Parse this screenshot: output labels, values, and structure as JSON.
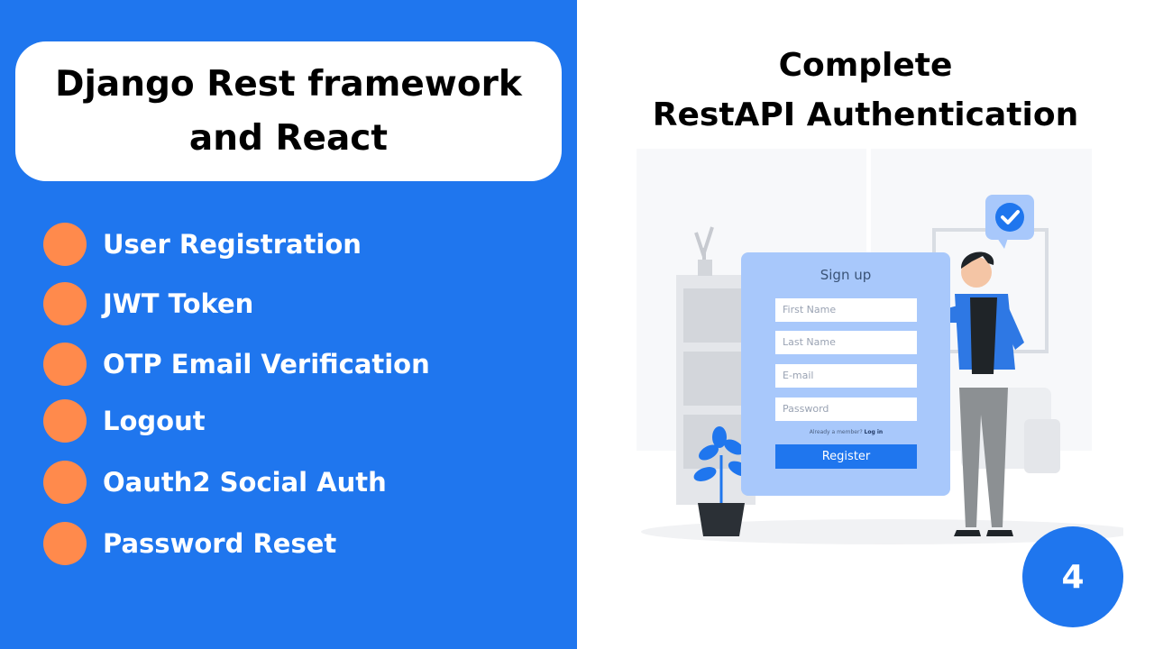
{
  "left": {
    "title_line1": "Django Rest framework",
    "title_line2": "and React",
    "features": [
      "User Registration",
      "JWT Token",
      "OTP Email Verification",
      "Logout",
      "Oauth2 Social Auth",
      "Password Reset"
    ]
  },
  "right": {
    "title_line1": "Complete",
    "title_line2": "RestAPI Authentication"
  },
  "signup_form": {
    "title": "Sign up",
    "first_name_placeholder": "First Name",
    "last_name_placeholder": "Last Name",
    "email_placeholder": "E-mail",
    "password_placeholder": "Password",
    "member_text": "Already a member?",
    "login_link": "Log in",
    "register_label": "Register"
  },
  "badge": {
    "number": "4"
  },
  "colors": {
    "primary_blue": "#1f76ee",
    "bullet_orange": "#ff8a4c",
    "form_card_blue": "#a8c8fb"
  },
  "icons": [
    "checkmark-speech-bubble-icon",
    "plant-icon",
    "person-illustration-icon"
  ]
}
